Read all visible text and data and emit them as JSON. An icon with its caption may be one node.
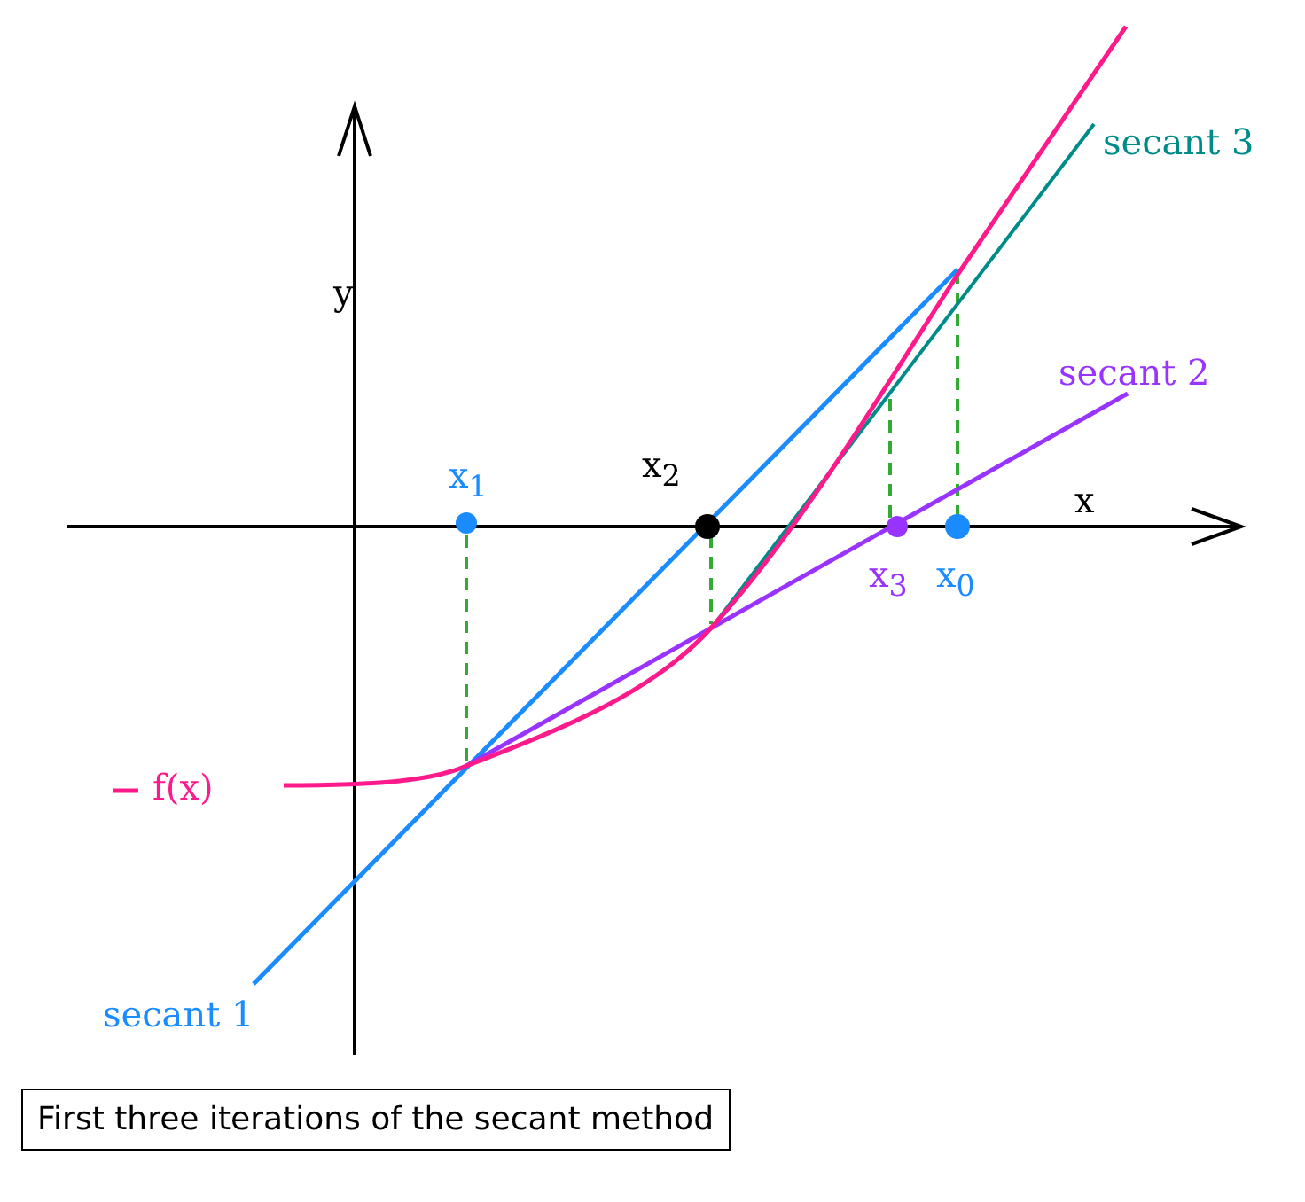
{
  "diagram": {
    "caption": "First three iterations of the secant method",
    "labels": [
      "y",
      "secant 3",
      "secant 2",
      "x$_{1}$",
      "x$_{2}$",
      "x",
      "x$_{3}$",
      "x$_{0}$",
      "f(x)",
      "secant 1"
    ]
  }
}
